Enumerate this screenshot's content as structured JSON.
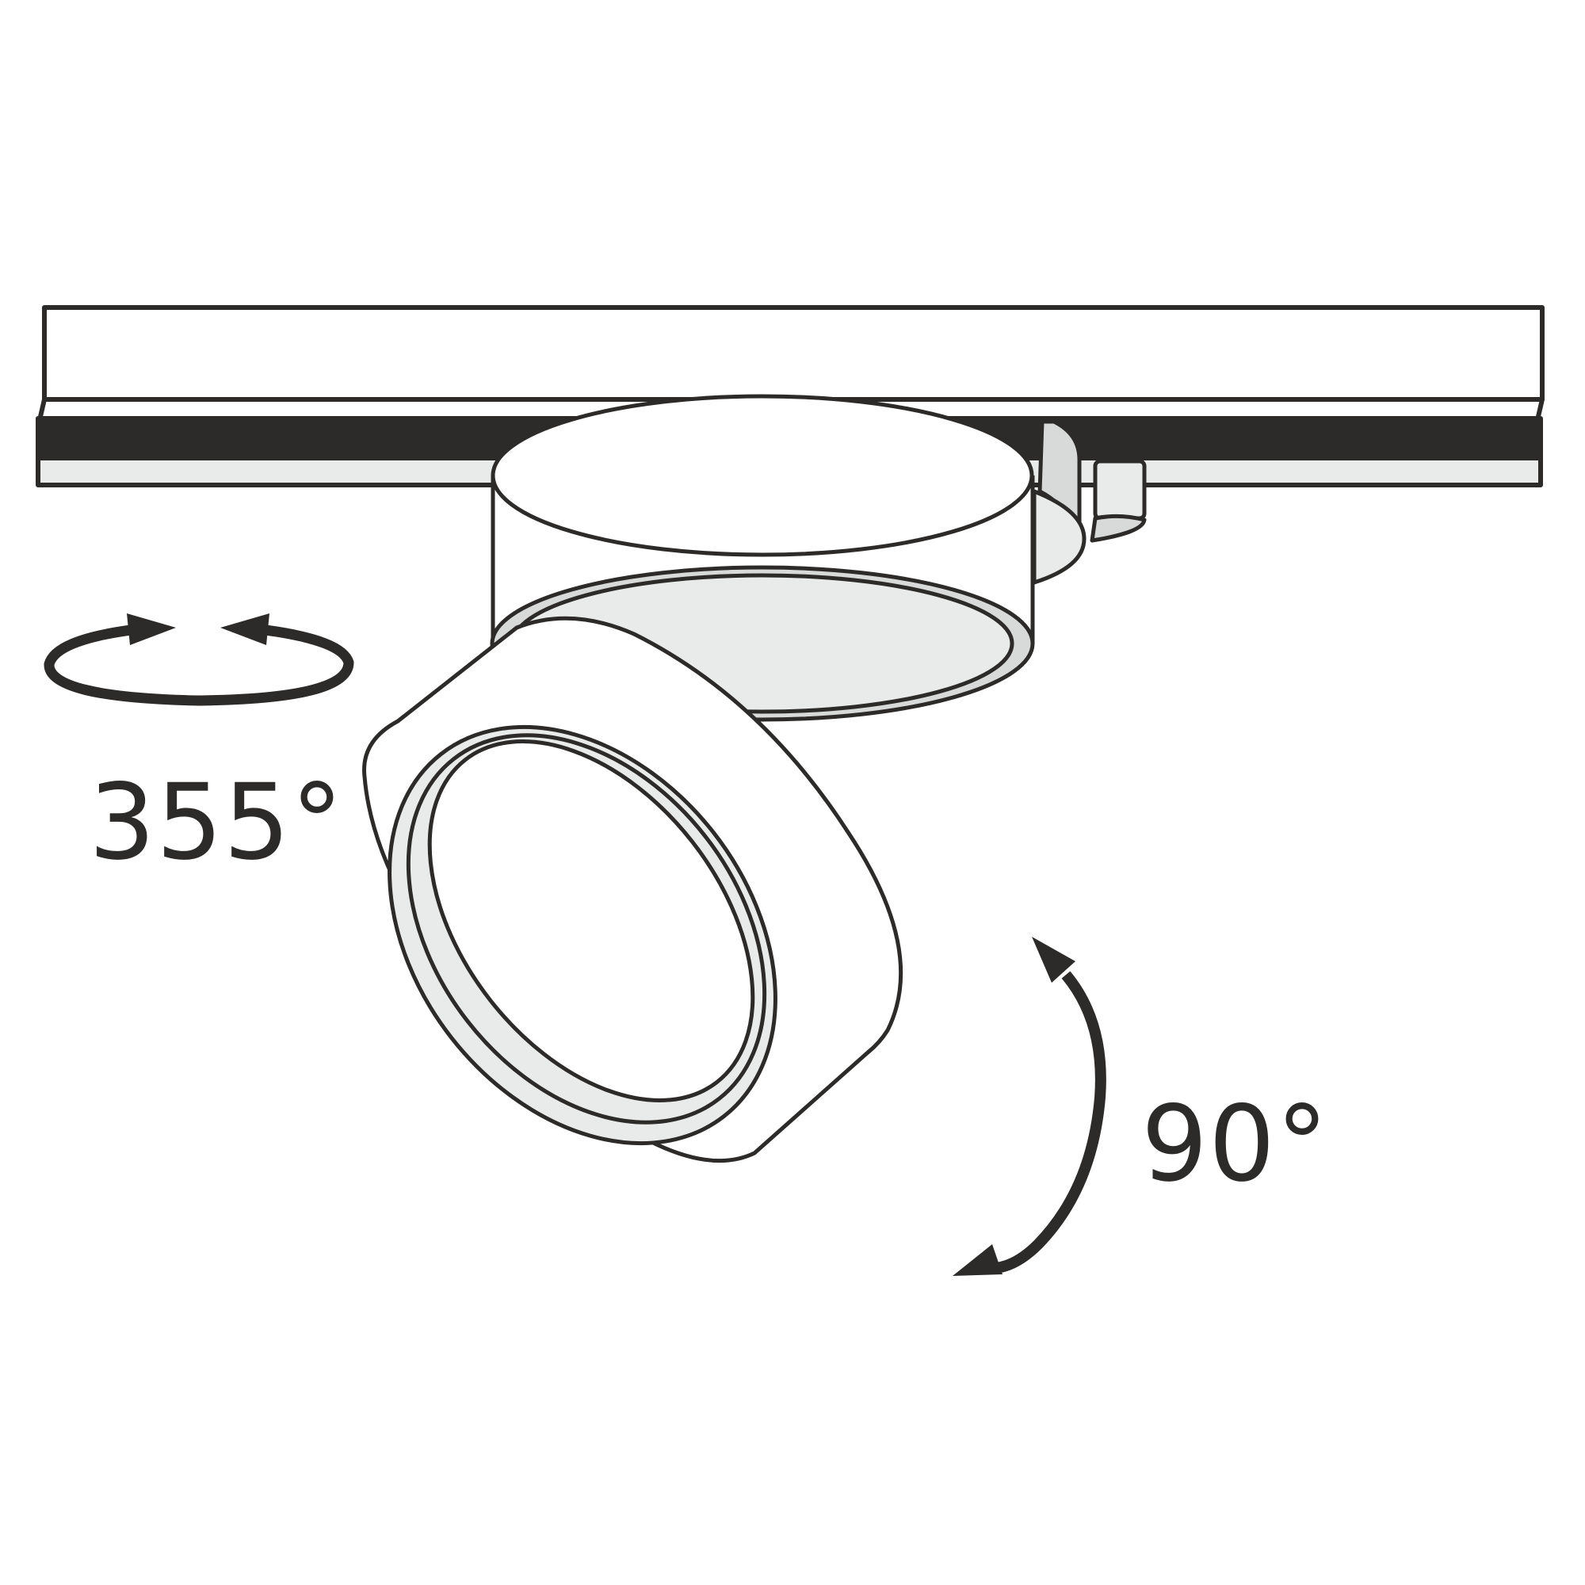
{
  "diagram": {
    "subject": "Track-mounted adjustable LED spotlight",
    "colors": {
      "stroke": "#2d2b29",
      "fill_white": "#ffffff",
      "fill_light_gray": "#e9ebea",
      "fill_mid_gray": "#d8d9d9",
      "rail_band": "#2d2b29"
    },
    "annotations": {
      "rotation": {
        "label": "355°",
        "icon": "horizontal-rotation-arrows-icon"
      },
      "tilt": {
        "label": "90°",
        "icon": "tilt-arc-arrows-icon"
      }
    },
    "components": [
      "track-rail",
      "adapter-housing",
      "connector-clip",
      "mounting-cylinder",
      "spotlight-head",
      "lens-ring"
    ]
  }
}
